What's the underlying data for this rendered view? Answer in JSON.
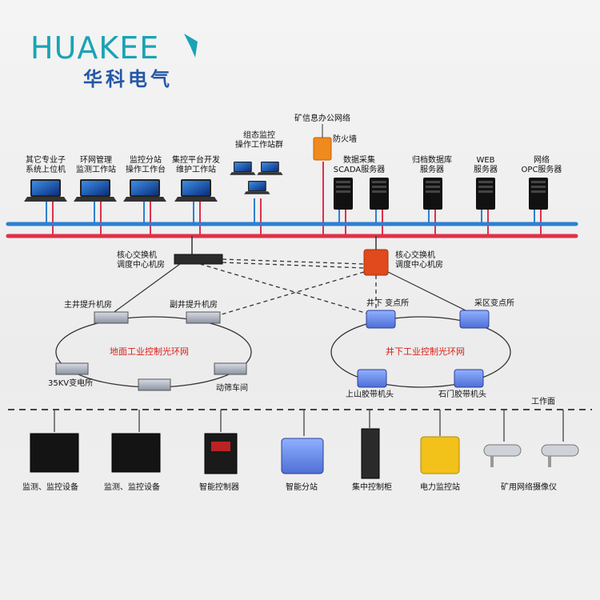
{
  "logo": {
    "brand": "HUAKEE",
    "cn": "华科电气"
  },
  "top": {
    "office_network": "矿信息办公网络",
    "firewall": "防火墙",
    "workstations": [
      {
        "label": "其它专业子\n系统上位机"
      },
      {
        "label": "环网管理\n监测工作站"
      },
      {
        "label": "监控分站\n操作工作台"
      },
      {
        "label": "集控平台开发\n维护工作站"
      }
    ],
    "config_group": "组态监控\n操作工作站群",
    "servers": [
      {
        "label": "数据采集\nSCADA服务器"
      },
      {
        "label": "归档数据库\n服务器"
      },
      {
        "label": "WEB\n服务器"
      },
      {
        "label": "网络\nOPC服务器"
      }
    ]
  },
  "middle": {
    "core_switch_left": "核心交换机\n调度中心机房",
    "core_switch_right": "核心交换机\n调度中心机房",
    "left_ring": {
      "title": "地面工业控制光环网",
      "nodes": [
        "主井提升机房",
        "副井提升机房",
        "35KV变电所",
        "动筛车间"
      ]
    },
    "right_ring": {
      "title": "井下工业控制光环网",
      "nodes": [
        "井下 变点所",
        "采区变点所",
        "上山胶带机头",
        "石门胶带机头"
      ]
    }
  },
  "bottom": {
    "workface": "工作面",
    "devices": [
      {
        "label": "监测、监控设备"
      },
      {
        "label": "监测、监控设备"
      },
      {
        "label": "智能控制器"
      },
      {
        "label": "智能分站"
      },
      {
        "label": "集中控制柜"
      },
      {
        "label": "电力监控站"
      },
      {
        "label": "矿用网络摄像仪"
      }
    ]
  },
  "colors": {
    "bus_blue": "#2f7fd1",
    "bus_red": "#e0304a",
    "ring_label": "#d91e18",
    "logo_teal": "#1aa3b5",
    "logo_blue": "#2457a6"
  }
}
